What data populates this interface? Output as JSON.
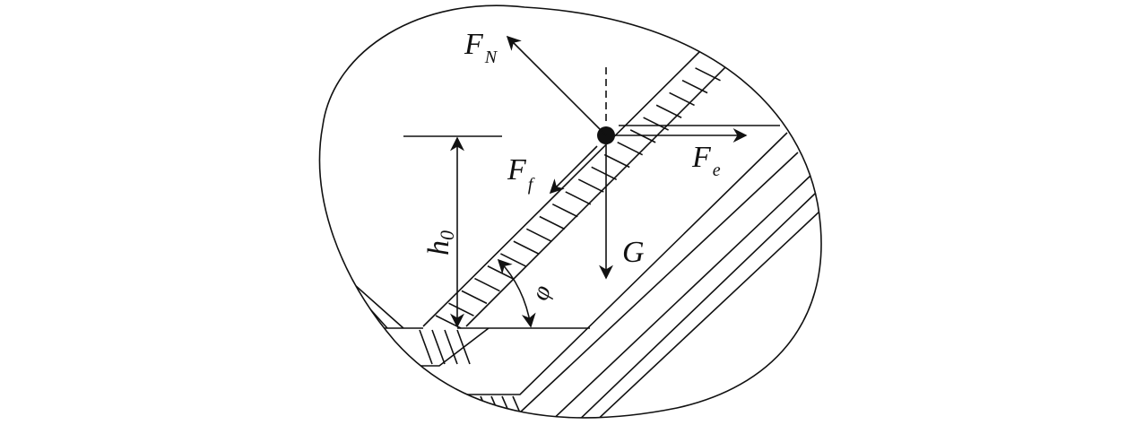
{
  "labels": {
    "normal_force": {
      "main": "F",
      "sub": "N"
    },
    "friction_force": {
      "main": "F",
      "sub": "f"
    },
    "effective_force": {
      "main": "F",
      "sub": "e"
    },
    "gravity": "G",
    "height": {
      "main": "h",
      "sub": "0"
    },
    "angle": "φ"
  },
  "colors": {
    "ink": "#111111",
    "background": "#ffffff"
  }
}
